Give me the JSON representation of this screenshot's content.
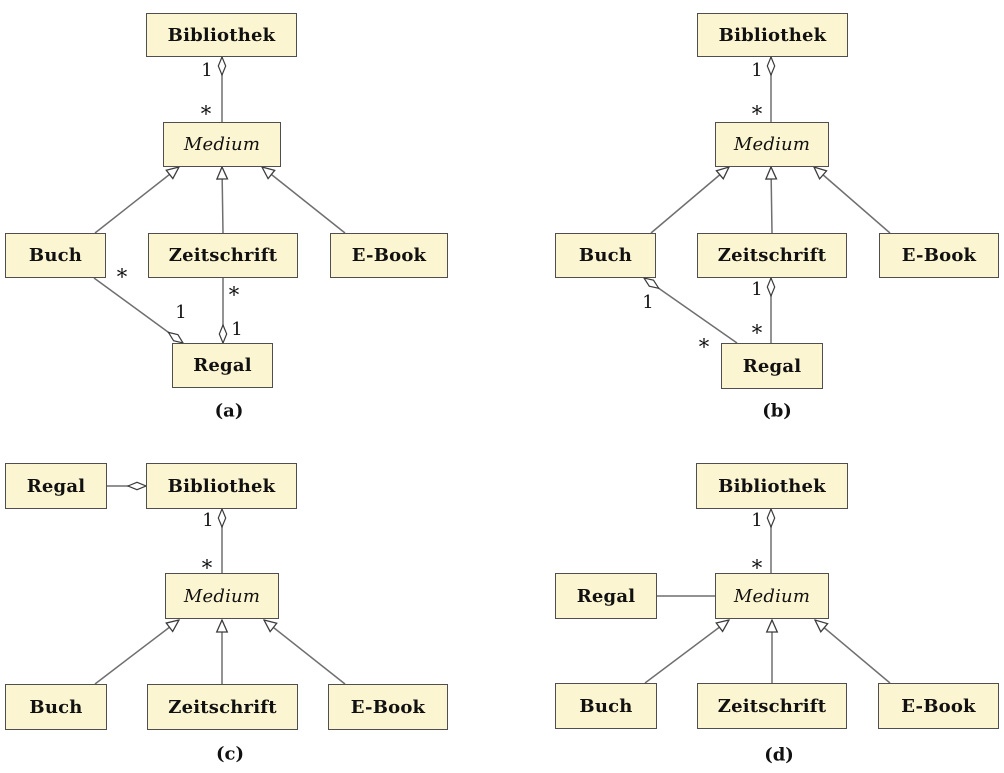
{
  "figure": {
    "description": "Four UML class diagram variants of a library model",
    "captions": {
      "a": "(a)",
      "b": "(b)",
      "c": "(c)",
      "d": "(d)"
    }
  },
  "colors": {
    "background": "#ffffff",
    "box-fill": "#fbf5d2",
    "box-border": "#4f4f4f",
    "edge": "#6f6f6f",
    "marker-stroke": "#3c3c3c",
    "marker-fill": "#ffffff",
    "text": "#111111"
  },
  "panels": [
    {
      "id": "a",
      "caption": "(a)",
      "nodes": {
        "bibliothek": "Bibliothek",
        "medium": "Medium",
        "buch": "Buch",
        "zeitschrift": "Zeitschrift",
        "ebook": "E-Book",
        "regal": "Regal"
      },
      "labels": {
        "bib_medium_whole": "1",
        "bib_medium_part": "*",
        "buch_regal_buch_end": "*",
        "buch_regal_regal_end": "1",
        "zeit_regal_zeit_end": "*",
        "zeit_regal_regal_end": "1"
      },
      "relations": [
        {
          "type": "aggregation",
          "whole": "Bibliothek",
          "part": "Medium",
          "whole_multiplicity": "1",
          "part_multiplicity": "*"
        },
        {
          "type": "generalization",
          "sub": "Buch",
          "super": "Medium"
        },
        {
          "type": "generalization",
          "sub": "Zeitschrift",
          "super": "Medium"
        },
        {
          "type": "generalization",
          "sub": "E-Book",
          "super": "Medium"
        },
        {
          "type": "aggregation",
          "whole": "Regal",
          "part": "Buch",
          "whole_multiplicity": "1",
          "part_multiplicity": "*"
        },
        {
          "type": "aggregation",
          "whole": "Regal",
          "part": "Zeitschrift",
          "whole_multiplicity": "1",
          "part_multiplicity": "*"
        }
      ]
    },
    {
      "id": "b",
      "caption": "(b)",
      "nodes": {
        "bibliothek": "Bibliothek",
        "medium": "Medium",
        "buch": "Buch",
        "zeitschrift": "Zeitschrift",
        "ebook": "E-Book",
        "regal": "Regal"
      },
      "labels": {
        "bib_medium_whole": "1",
        "bib_medium_part": "*",
        "buch_regal_buch_end": "1",
        "buch_regal_regal_end": "*",
        "zeit_regal_zeit_end": "1",
        "zeit_regal_regal_end": "*"
      },
      "relations": [
        {
          "type": "aggregation",
          "whole": "Bibliothek",
          "part": "Medium",
          "whole_multiplicity": "1",
          "part_multiplicity": "*"
        },
        {
          "type": "generalization",
          "sub": "Buch",
          "super": "Medium"
        },
        {
          "type": "generalization",
          "sub": "Zeitschrift",
          "super": "Medium"
        },
        {
          "type": "generalization",
          "sub": "E-Book",
          "super": "Medium"
        },
        {
          "type": "aggregation",
          "whole": "Buch",
          "part": "Regal",
          "whole_multiplicity": "1",
          "part_multiplicity": "*"
        },
        {
          "type": "aggregation",
          "whole": "Zeitschrift",
          "part": "Regal",
          "whole_multiplicity": "1",
          "part_multiplicity": "*"
        }
      ]
    },
    {
      "id": "c",
      "caption": "(c)",
      "nodes": {
        "regal": "Regal",
        "bibliothek": "Bibliothek",
        "medium": "Medium",
        "buch": "Buch",
        "zeitschrift": "Zeitschrift",
        "ebook": "E-Book"
      },
      "labels": {
        "bib_medium_whole": "1",
        "bib_medium_part": "*"
      },
      "relations": [
        {
          "type": "aggregation",
          "whole": "Bibliothek",
          "part": "Regal"
        },
        {
          "type": "aggregation",
          "whole": "Bibliothek",
          "part": "Medium",
          "whole_multiplicity": "1",
          "part_multiplicity": "*"
        },
        {
          "type": "generalization",
          "sub": "Buch",
          "super": "Medium"
        },
        {
          "type": "generalization",
          "sub": "Zeitschrift",
          "super": "Medium"
        },
        {
          "type": "generalization",
          "sub": "E-Book",
          "super": "Medium"
        }
      ]
    },
    {
      "id": "d",
      "caption": "(d)",
      "nodes": {
        "bibliothek": "Bibliothek",
        "regal": "Regal",
        "medium": "Medium",
        "buch": "Buch",
        "zeitschrift": "Zeitschrift",
        "ebook": "E-Book"
      },
      "labels": {
        "bib_medium_whole": "1",
        "bib_medium_part": "*"
      },
      "relations": [
        {
          "type": "aggregation",
          "whole": "Bibliothek",
          "part": "Medium",
          "whole_multiplicity": "1",
          "part_multiplicity": "*"
        },
        {
          "type": "association",
          "between": [
            "Regal",
            "Medium"
          ]
        },
        {
          "type": "generalization",
          "sub": "Buch",
          "super": "Medium"
        },
        {
          "type": "generalization",
          "sub": "Zeitschrift",
          "super": "Medium"
        },
        {
          "type": "generalization",
          "sub": "E-Book",
          "super": "Medium"
        }
      ]
    }
  ]
}
